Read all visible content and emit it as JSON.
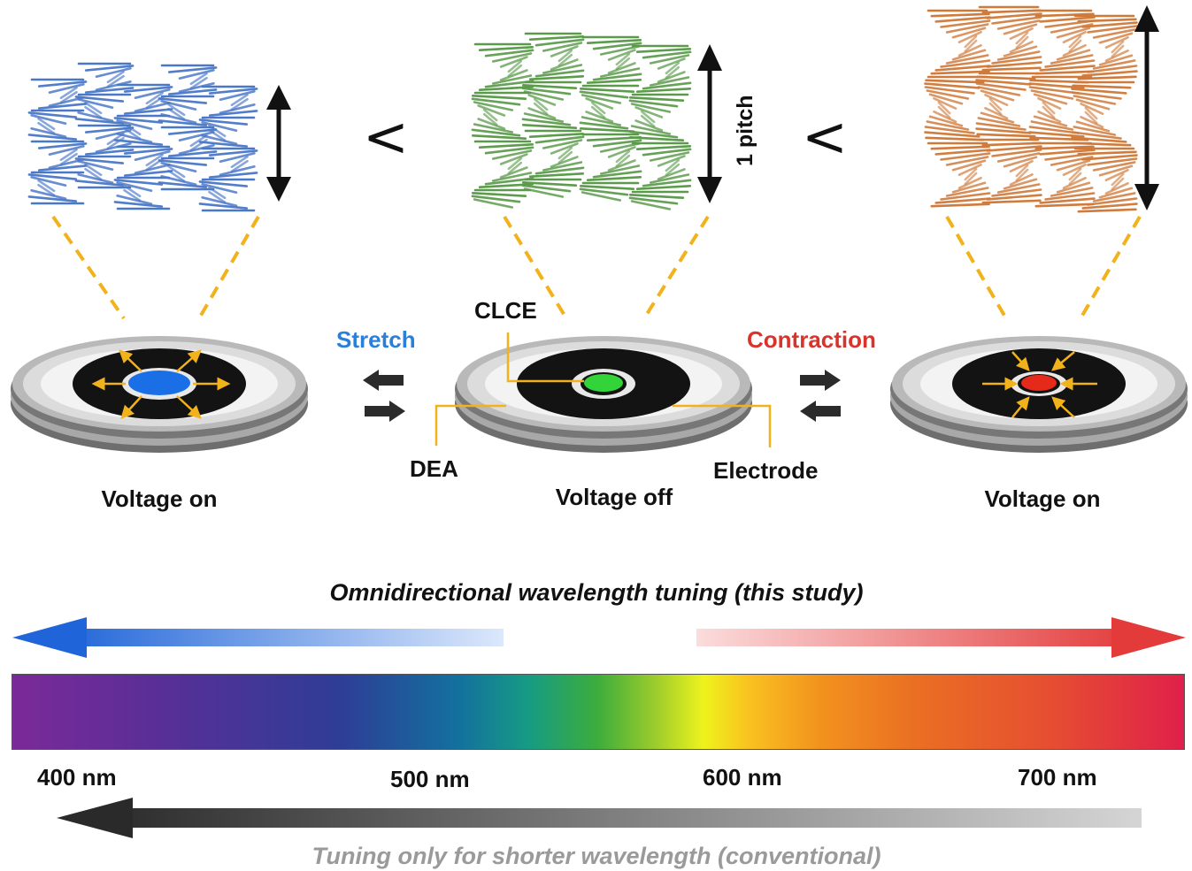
{
  "helix_labels": {
    "less_than_left": "<",
    "less_than_right": "<",
    "pitch": "1 pitch"
  },
  "device_labels": {
    "left_state": "Voltage on",
    "center_state": "Voltage off",
    "right_state": "Voltage on",
    "clce": "CLCE",
    "dea": "DEA",
    "electrode": "Electrode",
    "stretch": "Stretch",
    "contraction": "Contraction"
  },
  "spectrum": {
    "omni_caption": "Omnidirectional wavelength tuning (this study)",
    "conventional_caption": "Tuning only for shorter wavelength (conventional)",
    "ticks": [
      "400 nm",
      "500 nm",
      "600 nm",
      "700 nm"
    ]
  },
  "colors": {
    "blue_helix": "#4a78c8",
    "green_helix": "#5a9a4a",
    "orange_helix": "#d07a3a",
    "guide_line": "#f2b21b",
    "stretch_text": "#2a7fd8",
    "contraction_text": "#d9342b",
    "blue_dot": "#1a6fe6",
    "green_dot": "#33d33a",
    "red_dot": "#e52a1c"
  }
}
